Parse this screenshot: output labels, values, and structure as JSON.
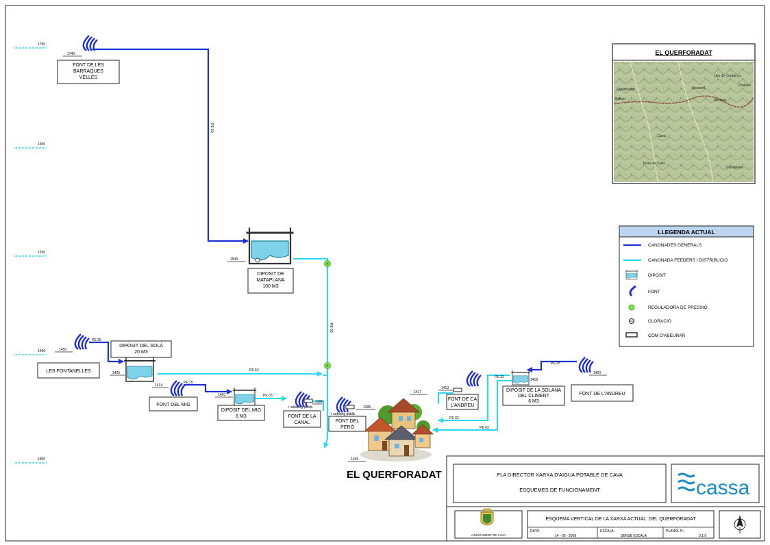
{
  "elevation_scale": [
    "1750",
    "1650",
    "1550",
    "1450",
    "1350"
  ],
  "springs": {
    "barraques": {
      "name_lines": [
        "FONT DE LES",
        "BARRAQUES",
        "VELLES"
      ],
      "elev": "1740"
    },
    "fontanelles": {
      "name": "LES FONTANELLES",
      "elev": "1450"
    },
    "mig": {
      "name": "FONT DEL MIG",
      "elev": "1414"
    },
    "canal": {
      "name_lines": [
        "FONT DE LA",
        "CANAL"
      ],
      "elev": "1396"
    },
    "pero": {
      "name_lines": [
        "FONT DEL",
        "PERÓ"
      ],
      "elev": "1395"
    },
    "ca_andreu": {
      "name_lines": [
        "FONT DE CA",
        "L'ANDREU"
      ],
      "elev": "1413"
    },
    "andreu": {
      "name": "FONT DE L'ANDREU",
      "elev": "1420"
    }
  },
  "tanks": {
    "mataplana": {
      "name_lines": [
        "DIPÒSIT DE",
        "MATAPLANA",
        "100 M3"
      ],
      "elev": "1549"
    },
    "sola": {
      "name_lines": [
        "DIPÒSIT DEL SOLÀ",
        "20 M3"
      ],
      "elev": "1425"
    },
    "mig": {
      "name_lines": [
        "DIPÒSIT DEL MIG",
        "6 M3"
      ],
      "elev": "1400"
    },
    "solana": {
      "name_lines": [
        "DIPÒSIT DE LA SOLANA",
        "DEL CLIMENT",
        "6 M3"
      ],
      "elev": "1418"
    }
  },
  "pipe_labels": {
    "main_down": "PE 50",
    "feeder_down": "PE 63",
    "sola_in": "PE 25",
    "sola_out": "PE 63",
    "mig_in": "PE 25",
    "mig_out": "PE 63",
    "andreu_in": "PE 25",
    "solana_out": "PE 32",
    "to_village_1": "PE 32",
    "to_village_2": "PE 63"
  },
  "public_fountain_note": "+ safareig públic",
  "node_1417": "1417",
  "node_1413": "1413",
  "village": {
    "name": "EL QUERFORADAT",
    "elev": "1345"
  },
  "map": {
    "title": "EL QUERFORADAT",
    "place_labels": [
      "Querforadat",
      "Lles de Cerdanya",
      "Martinet",
      "Bellver",
      "Cava",
      "Ansovell",
      "Prullans",
      "Tossa de Cadí",
      "Comabona"
    ]
  },
  "legend": {
    "title": "LLEGENDA ACTUAL",
    "items": [
      {
        "label": "CANONADES GENERALS",
        "icon": "main-pipe"
      },
      {
        "label": "CANONADA FEEDERS I DISTRIBUCIÓ",
        "icon": "feeder-pipe"
      },
      {
        "label": "DIPÒSIT",
        "icon": "tank"
      },
      {
        "label": "FONT",
        "icon": "spring"
      },
      {
        "label": "REGULADORA DE PRESSIÓ",
        "icon": "pressure-regulator"
      },
      {
        "label": "CLORACIÓ",
        "icon": "chlorination"
      },
      {
        "label": "CÓM D'ABEURAR",
        "icon": "trough"
      }
    ]
  },
  "title_block": {
    "project": "PLA DIRECTOR XARXA D'AIGUA POTABLE DE CAVA",
    "subject": "ESQUEMES DE FUNCIONAMENT",
    "drawing": "ESQUEMA VERTICAL DE LA XARXA ACTUAL: DEL QUERFORADAT",
    "municipality": "AJUNTAMENT DE CAVA",
    "date_label": "DATA:",
    "date": "14 - 05 - 2009",
    "scale_label": "ESCALA:",
    "scale": "SENSE ESCALA",
    "sheet_label": "PLANOL N.:",
    "sheet": "3.1.6",
    "company": "cassa"
  },
  "colors": {
    "main_pipe": "#1f2fd6",
    "feeder_pipe": "#29d9ee",
    "legend_header": "#bcd4ee",
    "company_blue": "#1a8bc4",
    "regulator": "#7ee04a"
  }
}
